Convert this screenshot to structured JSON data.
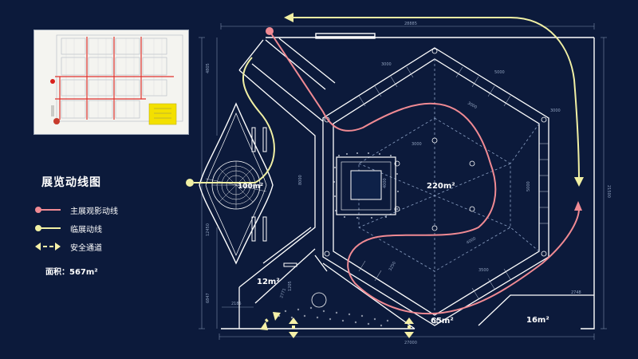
{
  "legend": {
    "title": "展览动线图",
    "items": [
      {
        "label": "主展观影动线",
        "color": "#f08a93",
        "icon": "red-dot-line"
      },
      {
        "label": "临展动线",
        "color": "#f1f0a4",
        "icon": "yellow-dot-line"
      },
      {
        "label": "安全通道",
        "color": "#f6f1a8",
        "icon": "double-arrow"
      }
    ],
    "area": "面积：567m²"
  },
  "plan": {
    "rooms": [
      "220m²",
      "100m²",
      "12m²",
      "65m²",
      "16m²"
    ],
    "dimensions": {
      "top_total": "28885",
      "bottom_total": "27000",
      "right_total": "21500",
      "left_upper": "4805",
      "left_lower": "6847",
      "left_mid": "12450",
      "bottom_left": "2185",
      "bottom_right": "2748",
      "misc": [
        "5000",
        "3000",
        "8000",
        "4000",
        "3000",
        "3500",
        "3000",
        "1205",
        "2771",
        "3250",
        "5000",
        "3000",
        "4000"
      ]
    }
  },
  "colors": {
    "background": "#0c1a3b",
    "walls": "#ffffff",
    "main_route": "#f08a93",
    "temp_route": "#f1f0a4",
    "dim_lines": "#8fa0bd"
  }
}
